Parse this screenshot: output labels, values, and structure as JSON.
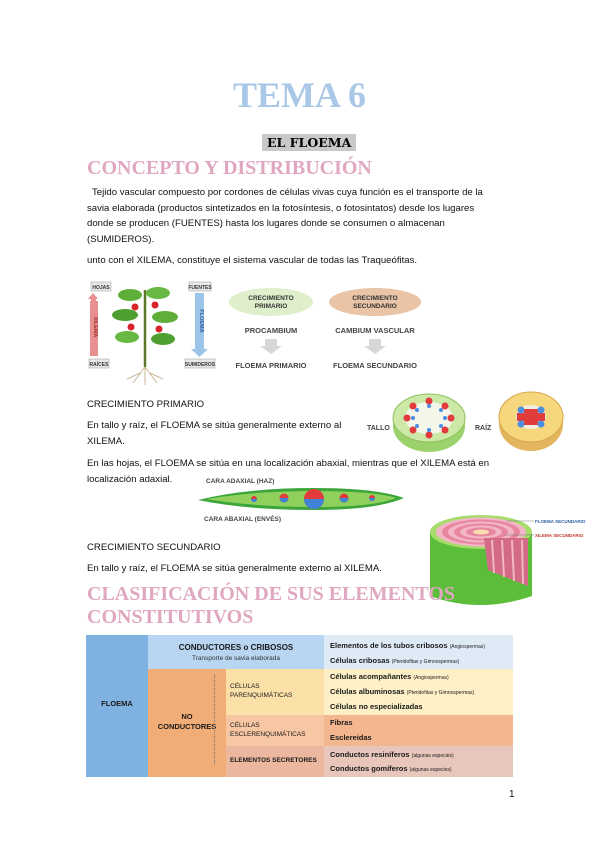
{
  "page": {
    "title": "TEMA 6",
    "subtitle": "EL FLOEMA",
    "page_number": "1"
  },
  "section1": {
    "heading": "CONCEPTO Y DISTRIBUCIÓN",
    "para1_line1": "Tejido vascular compuesto por cordones de células vivas cuya función es el transporte de la",
    "para1_line2": "savia elaborada (productos sintetizados en la fotosíntesis, o fotosintatos) desde los lugares",
    "para1_line3": "donde se producen (FUENTES) hasta los lugares donde se consumen o almacenan",
    "para1_line4": "(SUMIDEROS).",
    "para2": "unto con el XILEMA, constituye el sistema vascular de todas las Traqueófitas."
  },
  "diagram1": {
    "hojas": "HOJAS",
    "xilema": "XILEMA",
    "raices": "RAÍCES",
    "fuentes": "FUENTES",
    "floema": "FLOEMA",
    "sumideros": "SUMIDEROS",
    "crec_primario_1": "CRECIMIENTO",
    "crec_primario_2": "PRIMARIO",
    "crec_secundario_1": "CRECIMIENTO",
    "crec_secundario_2": "SECUNDARIO",
    "procambium": "PROCAMBIUM",
    "cambium": "CAMBIUM VASCULAR",
    "floema_primario": "FLOEMA PRIMARIO",
    "floema_secundario": "FLOEMA SECUNDARIO"
  },
  "primary": {
    "heading": "CRECIMIENTO PRIMARIO",
    "line1": "En tallo y raíz, el FLOEMA se sitúa generalmente externo al",
    "line2": "XILEMA.",
    "line3": "En las hojas, el FLOEMA se sitúa en una localización abaxial, mientras que el XILEMA está en",
    "line4": "localización adaxial.",
    "tallo": "TALLO",
    "raiz": "RAÍZ",
    "cara_adaxial": "CARA ADAXIAL (HAZ)",
    "cara_abaxial": "CARA ABAXIAL (ENVÉS)"
  },
  "secondary": {
    "heading": "CRECIMIENTO SECUNDARIO",
    "line1": "En tallo y raíz, el FLOEMA se sitúa generalmente externo al XILEMA.",
    "floema_sec": "FLOEMA SECUNDARIO",
    "xilema_sec": "XILEMA SECUNDARIO"
  },
  "section2": {
    "heading_line1": "CLASIFICACIÓN DE SUS ELEMENTOS",
    "heading_line2": "CONSTITUTIVOS"
  },
  "table": {
    "floema": "FLOEMA",
    "conductores": "CONDUCTORES o CRIBOSOS",
    "conductores_sub": "Transporte de savia elaborada",
    "tubos": "Elementos de los tubos cribosos",
    "tubos_note": "(Angiospermas)",
    "cribosas": "Células cribosas",
    "cribosas_note": "(Pteridofitas y Gimnospermas)",
    "no": "NO",
    "no_conductores": "CONDUCTORES",
    "celulas": "CÉLULAS",
    "parenq": "PARENQUIMÁTICAS",
    "acomp": "Células acompañantes",
    "acomp_note": "(Angiospermas)",
    "albumin": "Células albuminosas",
    "albumin_note": "(Pteridofitas y Gimnospermas)",
    "no_espec": "Células no especializadas",
    "esclerenq": "ESCLERENQUIMÁTICAS",
    "fibras": "Fibras",
    "esclereidas": "Esclereidas",
    "secretores": "ELEMENTOS SECRETORES",
    "resiniferos": "Conductos resiníferos",
    "resin_note": "(algunas especies)",
    "gomiferos": "Conductos gomíferos",
    "gomi_note": "(algunas especies)"
  },
  "colors": {
    "title_blue": "#a9c7e6",
    "heading_pink": "#e0a7c0",
    "floema_blue": "#7fb2e0",
    "conductores_blue": "#b8d6f2",
    "no_cond_orange": "#f2ad77",
    "parenq_yellow": "#fde8b6",
    "esclerenq_peach": "#f7c6a3",
    "secretores_rose": "#e8c6bb"
  }
}
